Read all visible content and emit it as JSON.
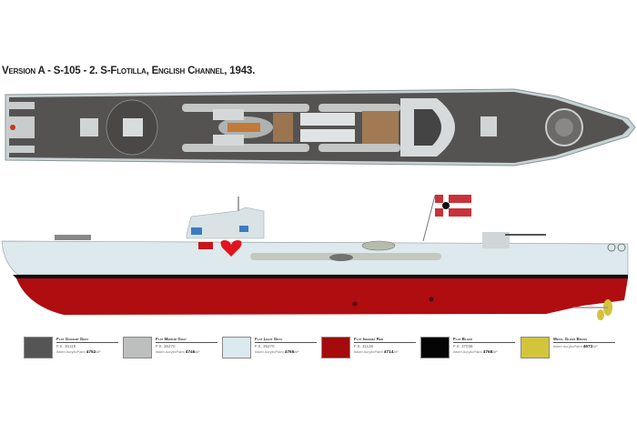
{
  "title": "Version A - S-105 - 2. S-Flotilla, English Channel, 1943.",
  "colors": {
    "deck": "#555352",
    "hull_upper": "#dde9ec",
    "hull_red": "#b00d10",
    "boot": "#111111",
    "brass": "#d4c23c"
  },
  "paints": [
    {
      "name": "Flat Gunship Gray",
      "fs": "F.S. 36118",
      "brand": "Italeri AcrylicPaint",
      "code": "4752",
      "suffix": "AP",
      "color": "#555555"
    },
    {
      "name": "Flat Medium Gray",
      "fs": "F.S. 36270",
      "brand": "Italeri AcrylicPaint",
      "code": "4746",
      "suffix": "AP",
      "color": "#bcbfbd"
    },
    {
      "name": "Flat Light Gray",
      "fs": "F.S. 36270",
      "brand": "Italeri AcrylicPaint",
      "code": "4765",
      "suffix": "AP",
      "color": "#dbeaee"
    },
    {
      "name": "Flat Insignia Red",
      "fs": "F.S. 31136",
      "brand": "Italeri AcrylicPaint",
      "code": "4714",
      "suffix": "AP",
      "color": "#a50a0c"
    },
    {
      "name": "Flat Black",
      "fs": "F.S. 37038",
      "brand": "Italeri AcrylicPaint",
      "code": "4768",
      "suffix": "AP",
      "color": "#050505"
    },
    {
      "name": "Metal Gloss Brass",
      "fs": "",
      "brand": "Italeri AcrylicPaint",
      "code": "4672",
      "suffix": "AP",
      "color": "#d2c53c"
    }
  ]
}
